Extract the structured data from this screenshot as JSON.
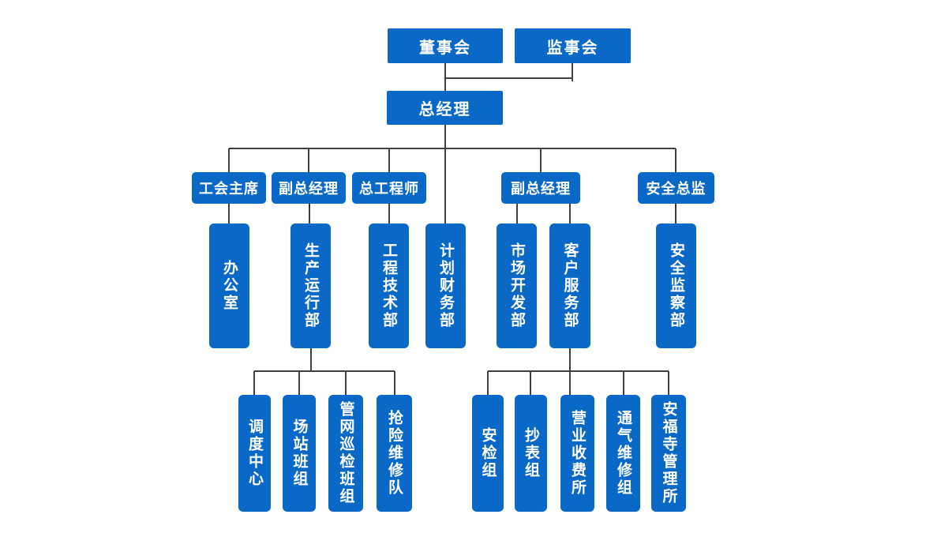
{
  "colors": {
    "node_fill": "#0A69C6",
    "node_text": "#FFFFFF",
    "connector": "#404040",
    "background": "#FFFFFF"
  },
  "org_chart": {
    "type": "organization-chart",
    "nodes": [
      {
        "id": "board-of-directors",
        "label": "董事会",
        "parent": null
      },
      {
        "id": "supervisory-board",
        "label": "监事会",
        "parent": null
      },
      {
        "id": "general-manager",
        "label": "总经理",
        "parent": "board-of-directors"
      },
      {
        "id": "union-chairman",
        "label": "工会主席",
        "parent": "general-manager"
      },
      {
        "id": "deputy-general-manager-1",
        "label": "副总经理",
        "parent": "general-manager"
      },
      {
        "id": "chief-engineer",
        "label": "总工程师",
        "parent": "general-manager"
      },
      {
        "id": "deputy-general-manager-2",
        "label": "副总经理",
        "parent": "general-manager"
      },
      {
        "id": "safety-director",
        "label": "安全总监",
        "parent": "general-manager"
      },
      {
        "id": "office",
        "label": "办公室",
        "parent": "union-chairman"
      },
      {
        "id": "production-operations-dept",
        "label": "生产运行部",
        "parent": "deputy-general-manager-1"
      },
      {
        "id": "engineering-technology-dept",
        "label": "工程技术部",
        "parent": "chief-engineer"
      },
      {
        "id": "planning-finance-dept",
        "label": "计划财务部",
        "parent": "general-manager"
      },
      {
        "id": "market-development-dept",
        "label": "市场开发部",
        "parent": "deputy-general-manager-2"
      },
      {
        "id": "customer-service-dept",
        "label": "客户服务部",
        "parent": "deputy-general-manager-2"
      },
      {
        "id": "safety-supervision-dept",
        "label": "安全监察部",
        "parent": "safety-director"
      },
      {
        "id": "dispatch-center",
        "label": "调度中心",
        "parent": "production-operations-dept"
      },
      {
        "id": "station-team",
        "label": "场站班组",
        "parent": "production-operations-dept"
      },
      {
        "id": "pipeline-inspection-team",
        "label": "管网巡检班组",
        "parent": "production-operations-dept"
      },
      {
        "id": "emergency-repair-team",
        "label": "抢险维修队",
        "parent": "production-operations-dept"
      },
      {
        "id": "safety-check-group",
        "label": "安检组",
        "parent": "customer-service-dept"
      },
      {
        "id": "meter-reading-group",
        "label": "抄表组",
        "parent": "customer-service-dept"
      },
      {
        "id": "business-fee-office",
        "label": "营业收费所",
        "parent": "customer-service-dept"
      },
      {
        "id": "gas-connection-maintenance-group",
        "label": "通气维修组",
        "parent": "customer-service-dept"
      },
      {
        "id": "anfusi-management-office",
        "label": "安福寺管理所",
        "parent": "customer-service-dept"
      }
    ]
  }
}
